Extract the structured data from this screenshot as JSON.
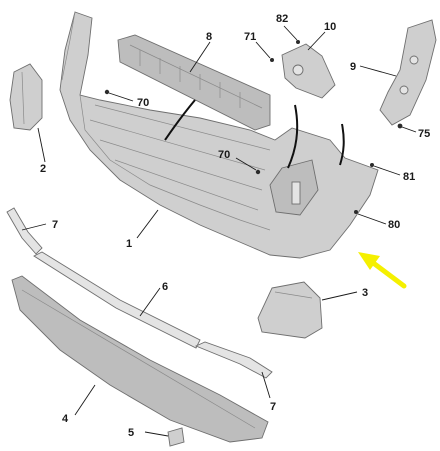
{
  "callouts": {
    "c1": "1",
    "c2": "2",
    "c3": "3",
    "c4": "4",
    "c5": "5",
    "c6": "6",
    "c7a": "7",
    "c7b": "7",
    "c8": "8",
    "c9": "9",
    "c10": "10",
    "c70a": "70",
    "c70b": "70",
    "c71": "71",
    "c75": "75",
    "c80": "80",
    "c81": "81",
    "c82": "82"
  },
  "colors": {
    "arrow": "#f5f000",
    "part_fill": "#cfcfcf",
    "outline": "#6f6f6f"
  }
}
